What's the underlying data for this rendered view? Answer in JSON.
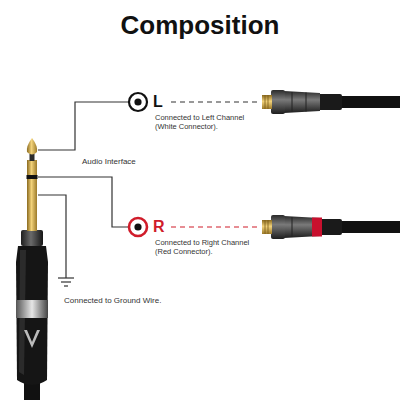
{
  "diagram": {
    "title": "Composition",
    "labels": [
      "L",
      "Connected to Left Channel (White Connector).",
      "Audio Interface",
      "R",
      "Connected to Right Channel (Red Connector).",
      "Connected to Ground Wire."
    ]
  }
}
